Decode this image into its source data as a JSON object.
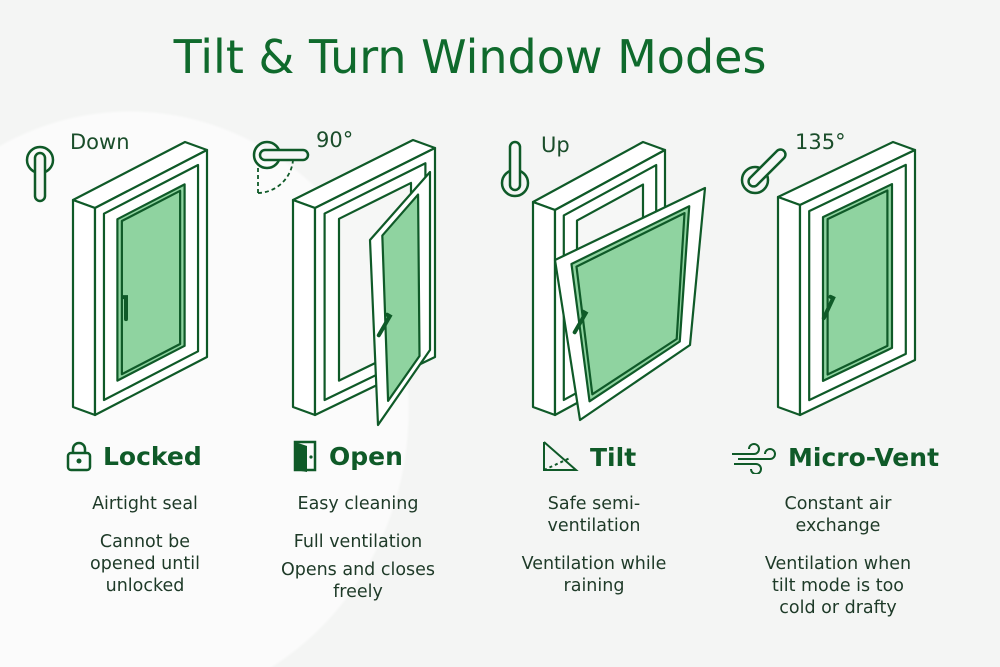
{
  "title": "Tilt & Turn Window Modes",
  "colors": {
    "stroke": "#0f5a28",
    "glass": "#8fd3a0",
    "frame": "#ffffff"
  },
  "modes": [
    {
      "handle": "Down",
      "name": "Locked",
      "icon": "lock-icon",
      "desc": [
        "Airtight seal",
        "Cannot be opened until unlocked"
      ]
    },
    {
      "handle": "90°",
      "name": "Open",
      "icon": "door-icon",
      "desc": [
        "Easy cleaning",
        "Full ventilation",
        "Opens and closes freely"
      ]
    },
    {
      "handle": "Up",
      "name": "Tilt",
      "icon": "angle-icon",
      "desc": [
        "Safe semi-ventilation",
        "Ventilation while raining"
      ]
    },
    {
      "handle": "135°",
      "name": "Micro-Vent",
      "icon": "wind-icon",
      "desc": [
        "Constant air exchange",
        "Ventilation when tilt mode is too cold or drafty"
      ]
    }
  ]
}
